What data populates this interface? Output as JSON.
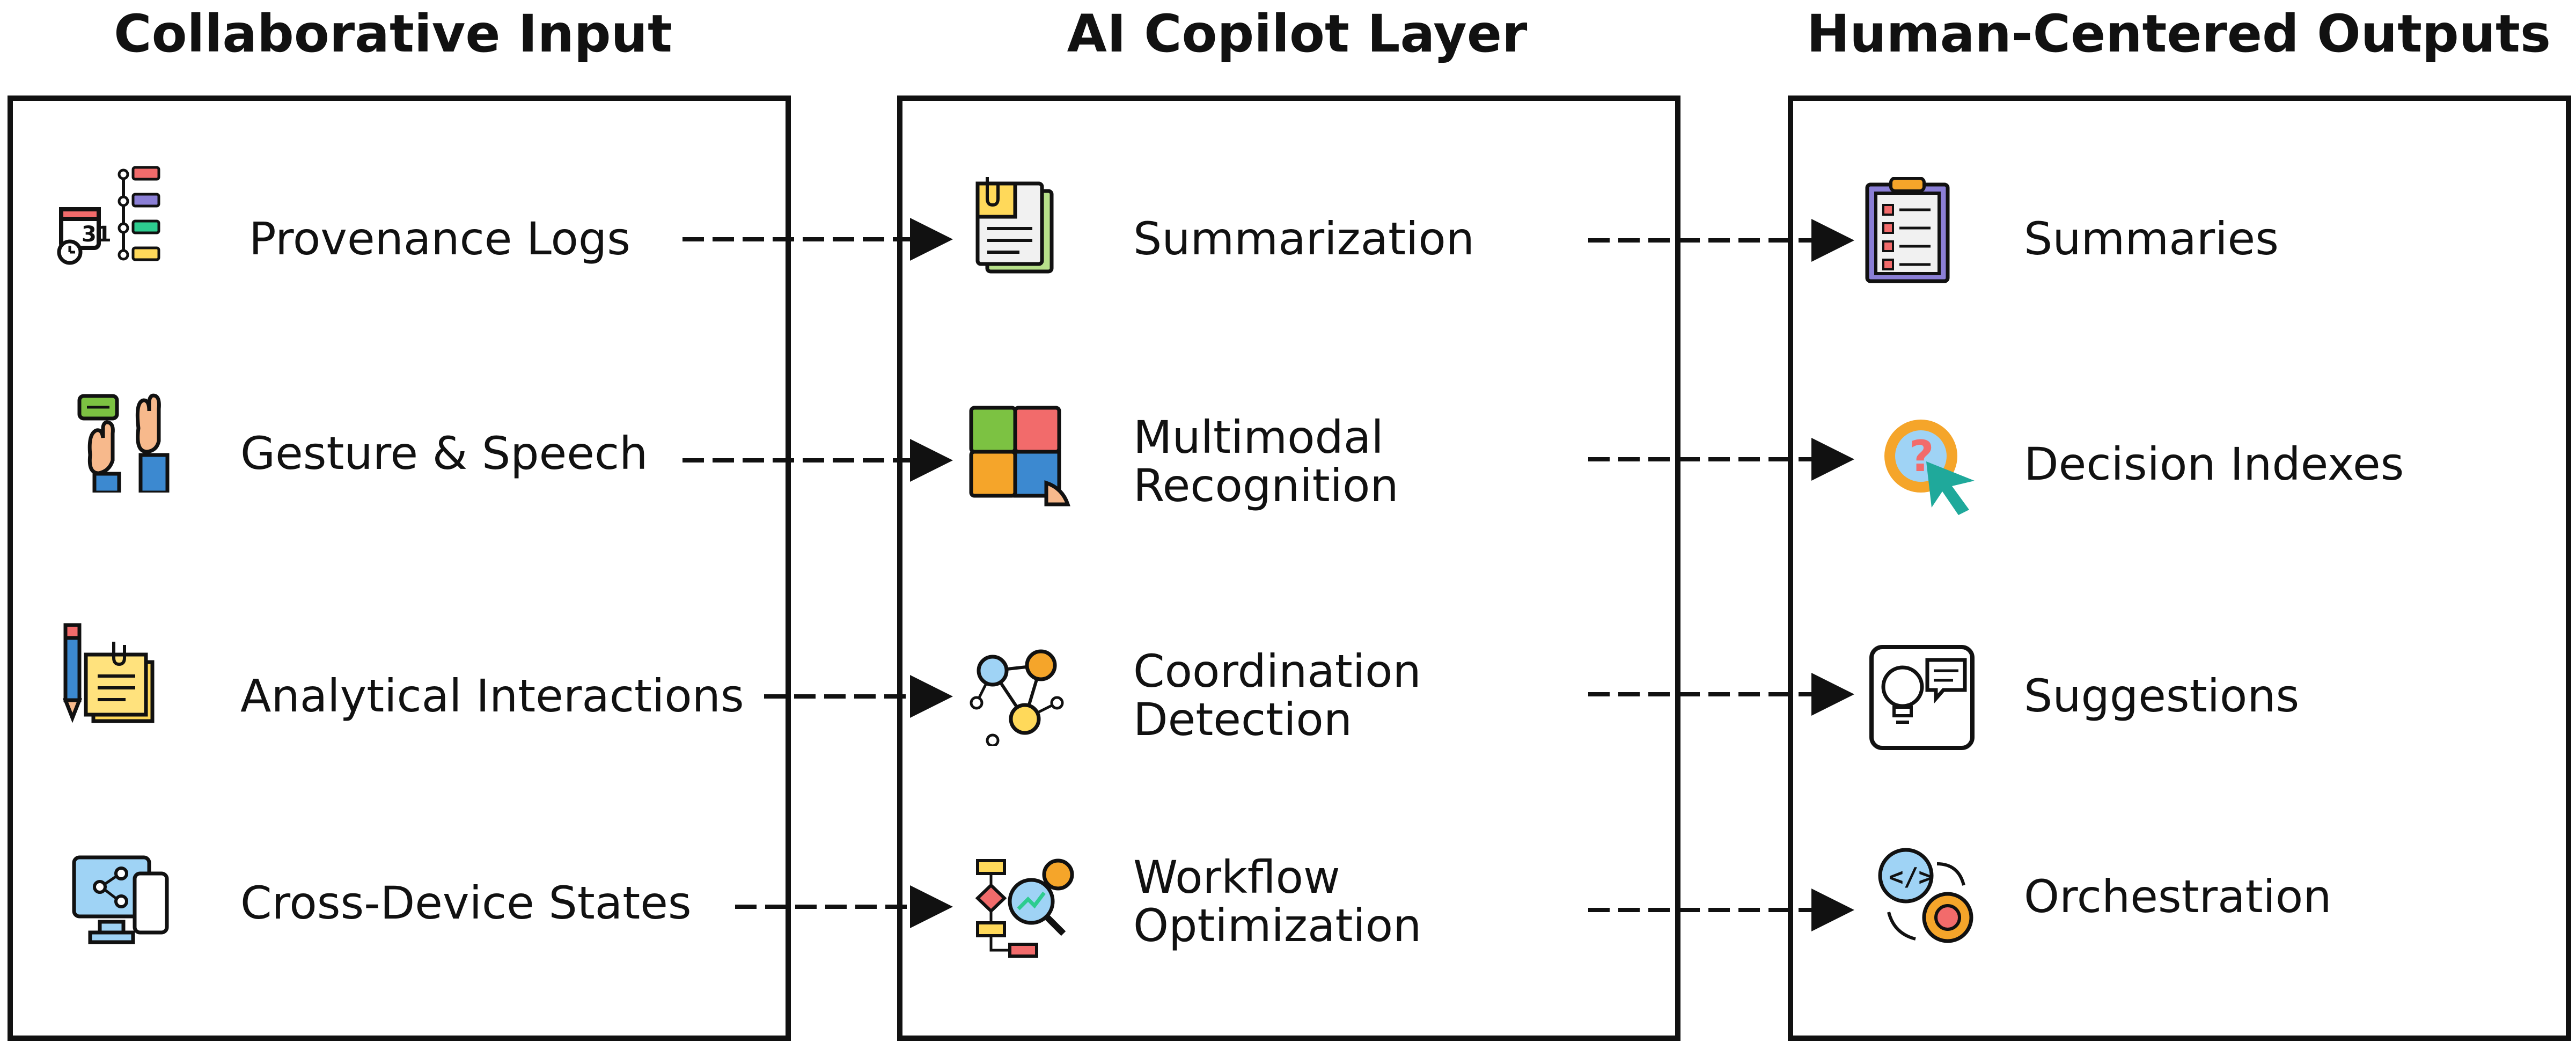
{
  "columns": [
    {
      "title": "Collaborative Input",
      "items": [
        {
          "label": "Provenance Logs",
          "icon": "timeline-calendar-icon"
        },
        {
          "label": "Gesture & Speech",
          "icon": "raised-hands-speech-icon"
        },
        {
          "label": "Analytical Interactions",
          "icon": "notes-pencil-icon"
        },
        {
          "label": "Cross-Device States",
          "icon": "devices-share-icon"
        }
      ]
    },
    {
      "title": "AI Copilot Layer",
      "items": [
        {
          "label": "Summarization",
          "icon": "documents-clip-icon"
        },
        {
          "label_lines": [
            "Multimodal",
            "Recognition"
          ],
          "icon": "puzzle-icon"
        },
        {
          "label_lines": [
            "Coordination",
            "Detection"
          ],
          "icon": "network-people-icon"
        },
        {
          "label_lines": [
            "Workflow",
            "Optimization"
          ],
          "icon": "flowchart-gear-icon"
        }
      ]
    },
    {
      "title": "Human-Centered Outputs",
      "items": [
        {
          "label": "Summaries",
          "icon": "clipboard-checklist-icon"
        },
        {
          "label": "Decision Indexes",
          "icon": "question-cursor-icon"
        },
        {
          "label": "Suggestions",
          "icon": "lightbulb-chat-icon"
        },
        {
          "label": "Orchestration",
          "icon": "code-gear-icon"
        }
      ]
    }
  ],
  "colors": {
    "stroke": "#111111",
    "red": "#f26b6b",
    "purple": "#8b7fd6",
    "green": "#2dcc8f",
    "yellow": "#ffd95a",
    "blue": "#3c89d0",
    "teal": "#1fa99b",
    "orange": "#f5a52a"
  }
}
